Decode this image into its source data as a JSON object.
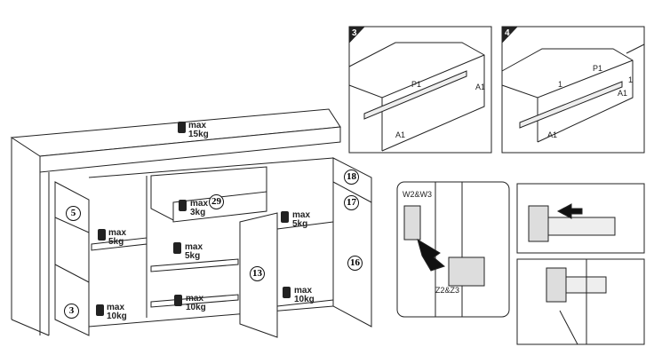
{
  "cabinet": {
    "top_load": {
      "max": "max",
      "weight": "15kg"
    },
    "loads": [
      {
        "max": "max",
        "weight": "5kg"
      },
      {
        "max": "max",
        "weight": "10kg"
      },
      {
        "max": "max",
        "weight": "3kg"
      },
      {
        "max": "max",
        "weight": "5kg"
      },
      {
        "max": "max",
        "weight": "10kg"
      },
      {
        "max": "max",
        "weight": "5kg"
      },
      {
        "max": "max",
        "weight": "10kg"
      }
    ],
    "parts": [
      "5",
      "3",
      "29",
      "13",
      "16",
      "17",
      "18"
    ]
  },
  "step3": {
    "number": "3",
    "labels": [
      "P1",
      "A1",
      "A1"
    ]
  },
  "step4": {
    "number": "4",
    "labels": [
      "P1",
      "A1",
      "A1",
      "1",
      "1"
    ]
  },
  "hinge": {
    "label_top": "W2&W3",
    "label_bottom": "Z2&Z3"
  }
}
